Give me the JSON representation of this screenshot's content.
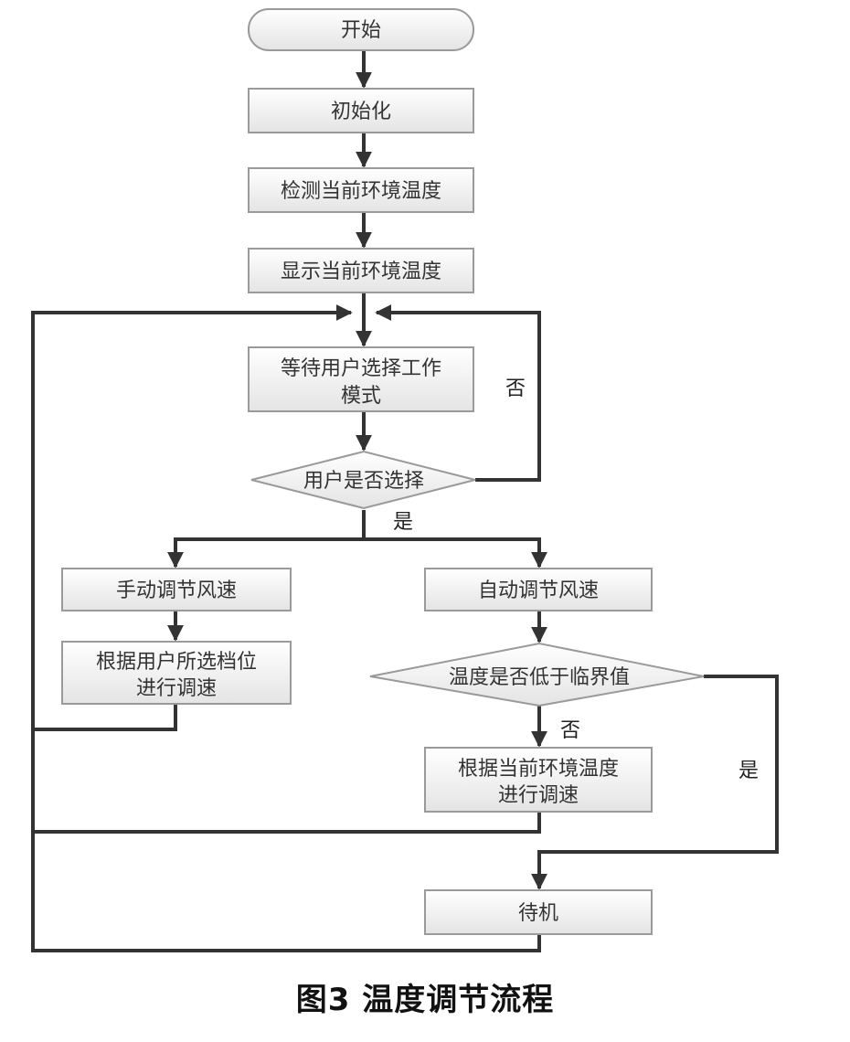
{
  "nodes": {
    "start": "开始",
    "init": "初始化",
    "detect_temp": "检测当前环境温度",
    "show_temp": "显示当前环境温度",
    "wait_mode": [
      "等待用户选择工作",
      "模式"
    ],
    "user_select": "用户是否选择",
    "manual_speed": "手动调节风速",
    "manual_adjust": [
      "根据用户所选档位",
      "进行调速"
    ],
    "auto_speed": "自动调节风速",
    "temp_low": "温度是否低于临界值",
    "auto_adjust": [
      "根据当前环境温度",
      "进行调速"
    ],
    "standby": "待机"
  },
  "labels": {
    "select_no": "否",
    "select_yes": "是",
    "temp_no": "否",
    "temp_yes": "是"
  },
  "caption": "图3  温度调节流程"
}
